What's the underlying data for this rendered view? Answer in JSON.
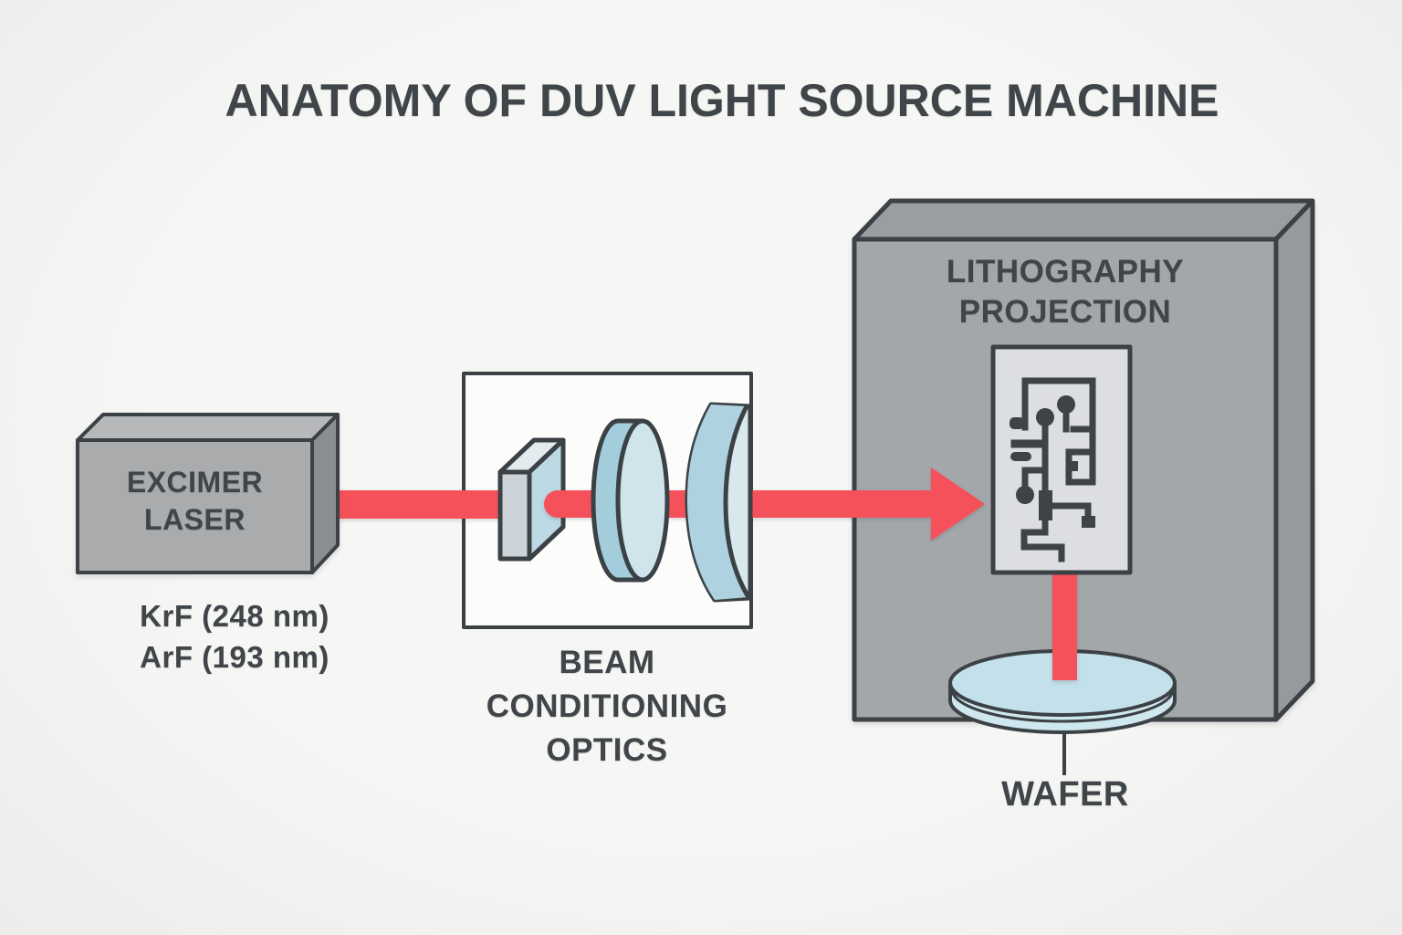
{
  "title": "ANATOMY OF DUV LIGHT SOURCE MACHINE",
  "colors": {
    "bg": "#f6f6f4",
    "text": "#3f4549",
    "outline": "#3b4145",
    "beam-red": "#f4515a",
    "laser-front": "#a9abad",
    "laser-top": "#b6b8ba",
    "laser-side": "#8b8e90",
    "box-front": "#a4a7a9",
    "box-top": "#9b9ea1",
    "box-side": "#969a9d",
    "optics-bg": "#fcfcfb",
    "prism-front": "#ccd3d8",
    "prism-top": "#e3ebee",
    "prism-side": "#bcd9e4",
    "lens-side": "#a3cddb",
    "lens-face": "#cfe4eb",
    "lens2-body": "#aed2df",
    "lens2-face": "#d8e8ee",
    "panel-bg": "#dcdee1",
    "circuit": "#3d4347",
    "wafer-top": "#c4e0ea",
    "wafer-rim": "#cfe7ef"
  },
  "components": {
    "excimer_laser": {
      "name_line1": "EXCIMER",
      "name_line2": "LASER",
      "wavelengths": [
        "KrF (248 nm)",
        "ArF (193 nm)"
      ]
    },
    "beam_conditioning_optics": {
      "label_lines": [
        "BEAM",
        "CONDITIONING",
        "OPTICS"
      ]
    },
    "lithography_projection": {
      "label_lines": [
        "LITHOGRAPHY",
        "PROJECTION"
      ]
    },
    "wafer": {
      "label": "WAFER"
    }
  }
}
